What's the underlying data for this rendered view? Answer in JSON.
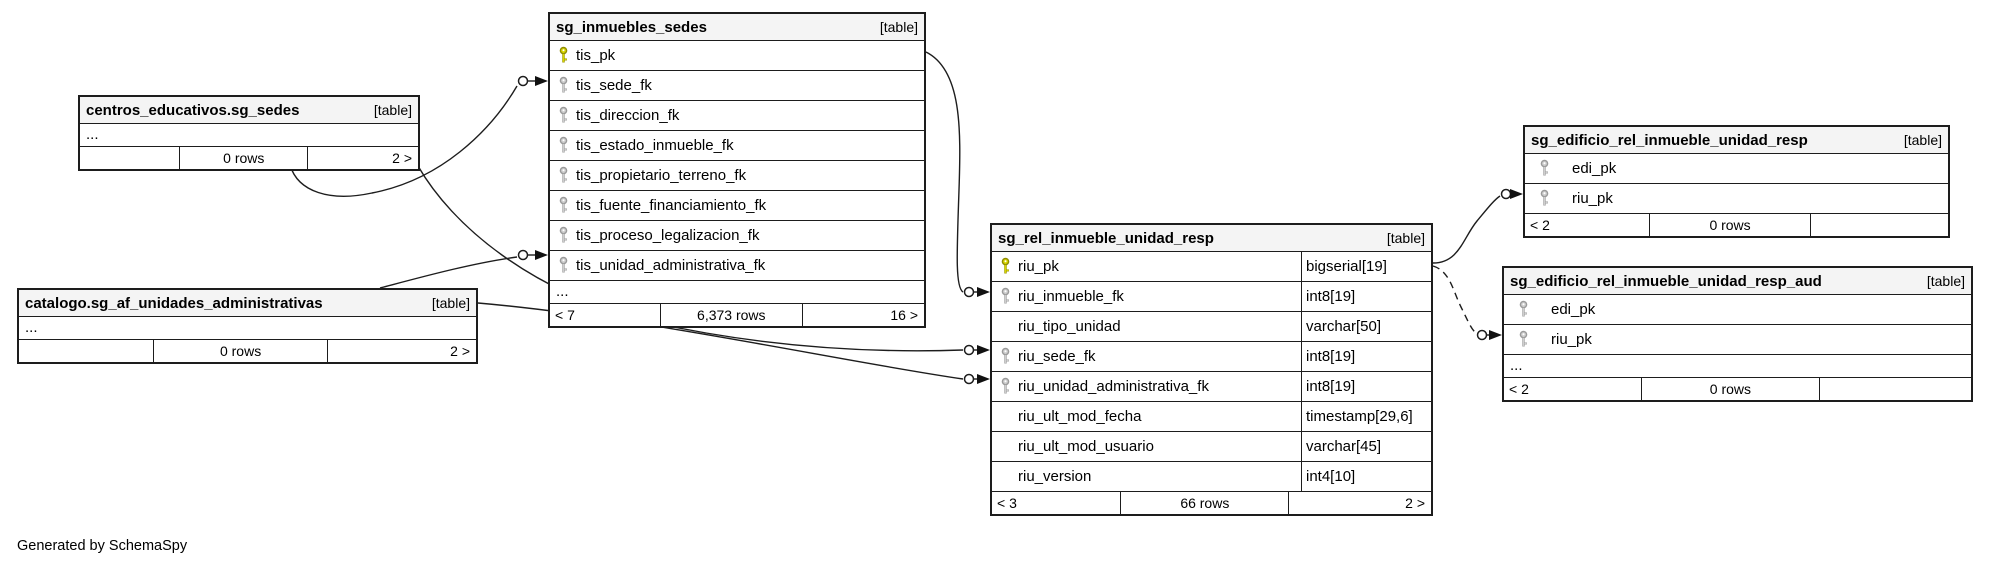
{
  "page": {
    "generated_by": "Generated by SchemaSpy"
  },
  "colors": {
    "primary_key": "#d9d600",
    "primary_key_outline": "#8f8c00",
    "foreign_key": "#cfcfcf",
    "foreign_key_outline": "#9a9a9a",
    "border": "#1d1d1d",
    "header_bg": "#f4f4f4"
  },
  "tables": [
    {
      "id": "centros_educativos_sg_sedes",
      "title": "centros_educativos.sg_sedes",
      "badge": "[table]",
      "columns": [
        {
          "ellipsis": true,
          "label": "..."
        }
      ],
      "footer": {
        "left": "",
        "center": "0 rows",
        "right": "2 >"
      }
    },
    {
      "id": "catalogo_sg_af_unidades_administrativas",
      "title": "catalogo.sg_af_unidades_administrativas",
      "badge": "[table]",
      "columns": [
        {
          "ellipsis": true,
          "label": "..."
        }
      ],
      "footer": {
        "left": "",
        "center": "0 rows",
        "right": "2 >"
      }
    },
    {
      "id": "sg_inmuebles_sedes",
      "title": "sg_inmuebles_sedes",
      "badge": "[table]",
      "columns": [
        {
          "name": "tis_pk",
          "key": "pk"
        },
        {
          "name": "tis_sede_fk",
          "key": "fk"
        },
        {
          "name": "tis_direccion_fk",
          "key": "fk"
        },
        {
          "name": "tis_estado_inmueble_fk",
          "key": "fk"
        },
        {
          "name": "tis_propietario_terreno_fk",
          "key": "fk"
        },
        {
          "name": "tis_fuente_financiamiento_fk",
          "key": "fk"
        },
        {
          "name": "tis_proceso_legalizacion_fk",
          "key": "fk"
        },
        {
          "name": "tis_unidad_administrativa_fk",
          "key": "fk"
        },
        {
          "ellipsis": true,
          "label": "..."
        }
      ],
      "footer": {
        "left": "< 7",
        "center": "6,373 rows",
        "right": "16 >"
      }
    },
    {
      "id": "sg_rel_inmueble_unidad_resp",
      "title": "sg_rel_inmueble_unidad_resp",
      "badge": "[table]",
      "columns": [
        {
          "name": "riu_pk",
          "key": "pk",
          "type": "bigserial[19]"
        },
        {
          "name": "riu_inmueble_fk",
          "key": "fk",
          "type": "int8[19]"
        },
        {
          "name": "riu_tipo_unidad",
          "key": null,
          "type": "varchar[50]"
        },
        {
          "name": "riu_sede_fk",
          "key": "fk",
          "type": "int8[19]"
        },
        {
          "name": "riu_unidad_administrativa_fk",
          "key": "fk",
          "type": "int8[19]"
        },
        {
          "name": "riu_ult_mod_fecha",
          "key": null,
          "type": "timestamp[29,6]"
        },
        {
          "name": "riu_ult_mod_usuario",
          "key": null,
          "type": "varchar[45]"
        },
        {
          "name": "riu_version",
          "key": null,
          "type": "int4[10]"
        }
      ],
      "footer": {
        "left": "< 3",
        "center": "66 rows",
        "right": "2 >"
      }
    },
    {
      "id": "sg_edificio_rel_inmueble_unidad_resp",
      "title": "sg_edificio_rel_inmueble_unidad_resp",
      "badge": "[table]",
      "columns": [
        {
          "name": "edi_pk",
          "key": "fk"
        },
        {
          "name": "riu_pk",
          "key": "fk"
        }
      ],
      "footer": {
        "left": "< 2",
        "center": "0 rows",
        "right": ""
      }
    },
    {
      "id": "sg_edificio_rel_inmueble_unidad_resp_aud",
      "title": "sg_edificio_rel_inmueble_unidad_resp_aud",
      "badge": "[table]",
      "columns": [
        {
          "name": "edi_pk",
          "key": "fk"
        },
        {
          "name": "riu_pk",
          "key": "fk"
        },
        {
          "ellipsis": true,
          "label": "..."
        }
      ],
      "footer": {
        "left": "< 2",
        "center": "0 rows",
        "right": ""
      }
    }
  ],
  "connectors": [
    {
      "from": "centros_educativos.sg_sedes",
      "to": "sg_inmuebles_sedes.tis_sede_fk",
      "style": "solid"
    },
    {
      "from": "centros_educativos.sg_sedes",
      "to": "sg_rel_inmueble_unidad_resp.riu_sede_fk",
      "style": "solid"
    },
    {
      "from": "catalogo.sg_af_unidades_administrativas",
      "to": "sg_inmuebles_sedes.tis_unidad_administrativa_fk",
      "style": "solid"
    },
    {
      "from": "catalogo.sg_af_unidades_administrativas",
      "to": "sg_rel_inmueble_unidad_resp.riu_unidad_administrativa_fk",
      "style": "solid"
    },
    {
      "from": "sg_inmuebles_sedes.tis_pk",
      "to": "sg_rel_inmueble_unidad_resp.riu_inmueble_fk",
      "style": "solid"
    },
    {
      "from": "sg_rel_inmueble_unidad_resp.riu_pk",
      "to": "sg_edificio_rel_inmueble_unidad_resp.riu_pk",
      "style": "solid"
    },
    {
      "from": "sg_rel_inmueble_unidad_resp.riu_pk",
      "to": "sg_edificio_rel_inmueble_unidad_resp_aud.riu_pk",
      "style": "dashed"
    }
  ]
}
